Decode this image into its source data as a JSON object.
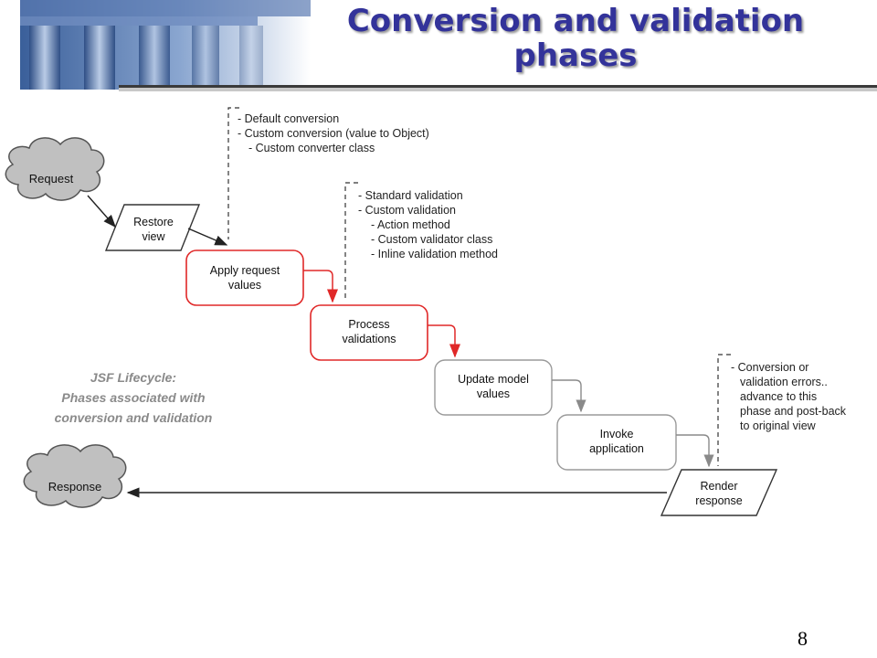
{
  "title": {
    "line1": "Conversion and validation",
    "line2": "phases"
  },
  "diagram": {
    "request": "Request",
    "response": "Response",
    "restore_view": [
      "Restore",
      "view"
    ],
    "apply_request_values": [
      "Apply request",
      "values"
    ],
    "process_validations": [
      "Process",
      "validations"
    ],
    "update_model_values": [
      "Update model",
      "values"
    ],
    "invoke_application": [
      "Invoke",
      "application"
    ],
    "render_response": [
      "Render",
      "response"
    ],
    "conversion_notes": [
      "- Default conversion",
      "- Custom conversion (value to Object)",
      "- Custom converter class"
    ],
    "validation_notes": [
      "- Standard validation",
      "- Custom validation",
      "- Action method",
      "- Custom validator class",
      "- Inline validation method"
    ],
    "error_notes": [
      "- Conversion or",
      "validation errors..",
      "advance to this",
      "phase and post-back",
      "to original view"
    ],
    "caption": [
      "JSF Lifecycle:",
      "Phases associated with",
      "conversion and validation"
    ]
  },
  "colors": {
    "title": "#33339a",
    "highlight_phase": "#e02828",
    "phase_outline": "#9a9a9a",
    "cloud_fill": "#c0c0c0",
    "caption": "#8a8a8a"
  },
  "page_number": "8"
}
